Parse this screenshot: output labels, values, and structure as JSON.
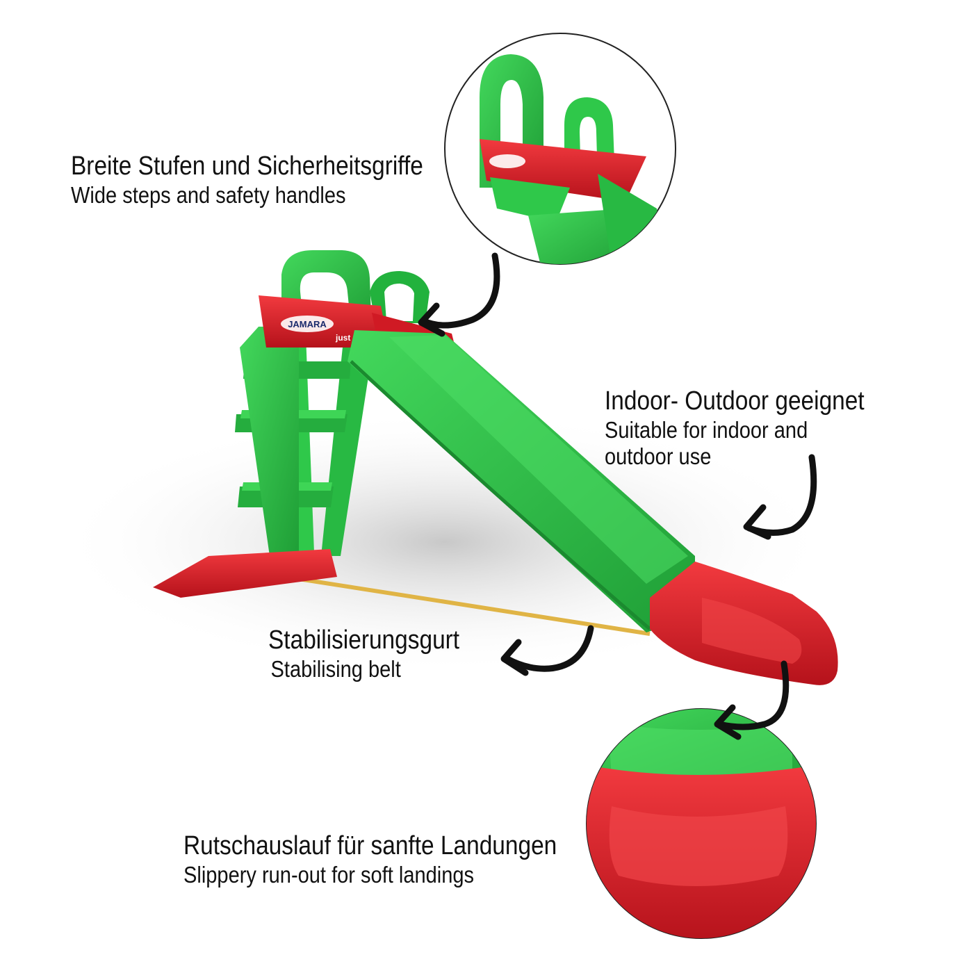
{
  "colors": {
    "slide_green": "#2fc84a",
    "slide_green_dark": "#1f9e36",
    "slide_red": "#e8202a",
    "slide_red_dark": "#b5121b",
    "belt_yellow": "#e0b445",
    "arrow": "#111111",
    "background": "#ffffff"
  },
  "brand": {
    "logo": "JAMARA",
    "tagline": "just play"
  },
  "callouts": {
    "steps": {
      "de": "Breite Stufen und Sicherheitsgriffe",
      "en": "Wide steps and safety handles"
    },
    "indoor": {
      "de": "Indoor- Outdoor geeignet",
      "en_line1": "Suitable for indoor and",
      "en_line2": "outdoor use"
    },
    "belt": {
      "de": "Stabilisierungsgurt",
      "en": "Stabilising belt"
    },
    "runout": {
      "de": "Rutschauslauf für sanfte Landungen",
      "en": "Slippery run-out for soft landings"
    }
  },
  "icons": [
    "curved-arrow-icon",
    "zoom-circle"
  ]
}
